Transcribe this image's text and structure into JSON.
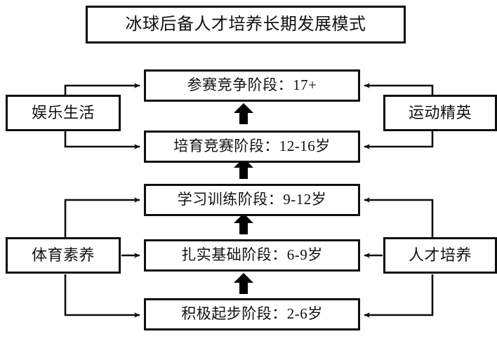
{
  "diagram": {
    "type": "flow-diagram",
    "language": "zh-CN",
    "title": "冰球后备人才培养长期发展模式",
    "colors": {
      "background": "#ffffff",
      "stroke": "#0d0d0d",
      "text": "#111111",
      "arrow_fill": "#000000"
    },
    "stages": [
      {
        "id": "stage-1",
        "label": "参赛竞争阶段：17+",
        "name": "参赛竞争阶段",
        "age": "17+"
      },
      {
        "id": "stage-2",
        "label": "培育竞赛阶段：12-16岁",
        "name": "培育竞赛阶段",
        "age": "12-16岁"
      },
      {
        "id": "stage-3",
        "label": "学习训练阶段：9-12岁",
        "name": "学习训练阶段",
        "age": "9-12岁"
      },
      {
        "id": "stage-4",
        "label": "扎实基础阶段：6-9岁",
        "name": "扎实基础阶段",
        "age": "6-9岁"
      },
      {
        "id": "stage-5",
        "label": "积极起步阶段：2-6岁",
        "name": "积极起步阶段",
        "age": "2-6岁"
      }
    ],
    "side_nodes": [
      {
        "id": "left-top",
        "label": "娱乐生活",
        "side": "left",
        "targets": [
          "参赛竞争阶段：17+",
          "培育竞赛阶段：12-16岁"
        ]
      },
      {
        "id": "right-top",
        "label": "运动精英",
        "side": "right",
        "targets": [
          "参赛竞争阶段：17+",
          "培育竞赛阶段：12-16岁"
        ]
      },
      {
        "id": "left-bottom",
        "label": "体育素养",
        "side": "left",
        "targets": [
          "学习训练阶段：9-12岁",
          "扎实基础阶段：6-9岁",
          "积极起步阶段：2-6岁"
        ]
      },
      {
        "id": "right-bottom",
        "label": "人才培养",
        "side": "right",
        "targets": [
          "学习训练阶段：9-12岁",
          "扎实基础阶段：6-9岁",
          "积极起步阶段：2-6岁"
        ]
      }
    ],
    "progression_arrows": [
      {
        "from": "积极起步阶段：2-6岁",
        "to": "扎实基础阶段：6-9岁",
        "direction": "up"
      },
      {
        "from": "扎实基础阶段：6-9岁",
        "to": "学习训练阶段：9-12岁",
        "direction": "up"
      },
      {
        "from": "学习训练阶段：9-12岁",
        "to": "培育竞赛阶段：12-16岁",
        "direction": "up"
      },
      {
        "from": "培育竞赛阶段：12-16岁",
        "to": "参赛竞争阶段：17+",
        "direction": "up"
      }
    ]
  }
}
